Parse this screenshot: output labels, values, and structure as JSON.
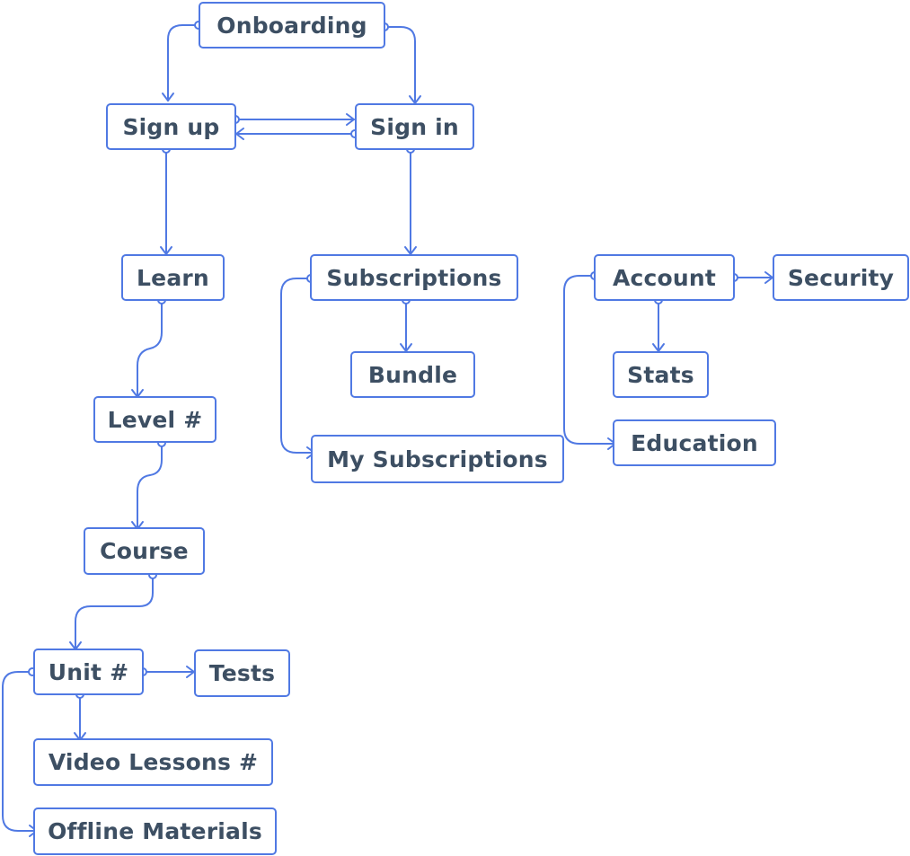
{
  "colors": {
    "connector": "#5079E3",
    "node_border": "#5079E3",
    "node_text": "#3D4F63",
    "background": "#FFFFFF"
  },
  "nodes": {
    "onboarding": {
      "label": "Onboarding"
    },
    "sign_up": {
      "label": "Sign up"
    },
    "sign_in": {
      "label": "Sign in"
    },
    "learn": {
      "label": "Learn"
    },
    "subscriptions": {
      "label": "Subscriptions"
    },
    "account": {
      "label": "Account"
    },
    "security": {
      "label": "Security"
    },
    "bundle": {
      "label": "Bundle"
    },
    "stats": {
      "label": "Stats"
    },
    "level": {
      "label": "Level #"
    },
    "education": {
      "label": "Education"
    },
    "my_subscriptions": {
      "label": "My Subscriptions"
    },
    "course": {
      "label": "Course"
    },
    "unit": {
      "label": "Unit #"
    },
    "tests": {
      "label": "Tests"
    },
    "video_lessons": {
      "label": "Video Lessons #"
    },
    "offline_materials": {
      "label": "Offline Materials"
    }
  },
  "edges": [
    {
      "from": "onboarding",
      "to": "sign_up"
    },
    {
      "from": "onboarding",
      "to": "sign_in"
    },
    {
      "from": "sign_up",
      "to": "sign_in"
    },
    {
      "from": "sign_in",
      "to": "sign_up"
    },
    {
      "from": "sign_up",
      "to": "learn"
    },
    {
      "from": "sign_in",
      "to": "subscriptions"
    },
    {
      "from": "subscriptions",
      "to": "bundle"
    },
    {
      "from": "subscriptions",
      "to": "my_subscriptions"
    },
    {
      "from": "account",
      "to": "security"
    },
    {
      "from": "account",
      "to": "stats"
    },
    {
      "from": "account",
      "to": "education"
    },
    {
      "from": "learn",
      "to": "level"
    },
    {
      "from": "level",
      "to": "course"
    },
    {
      "from": "course",
      "to": "unit"
    },
    {
      "from": "unit",
      "to": "tests"
    },
    {
      "from": "unit",
      "to": "video_lessons"
    },
    {
      "from": "unit",
      "to": "offline_materials"
    }
  ]
}
